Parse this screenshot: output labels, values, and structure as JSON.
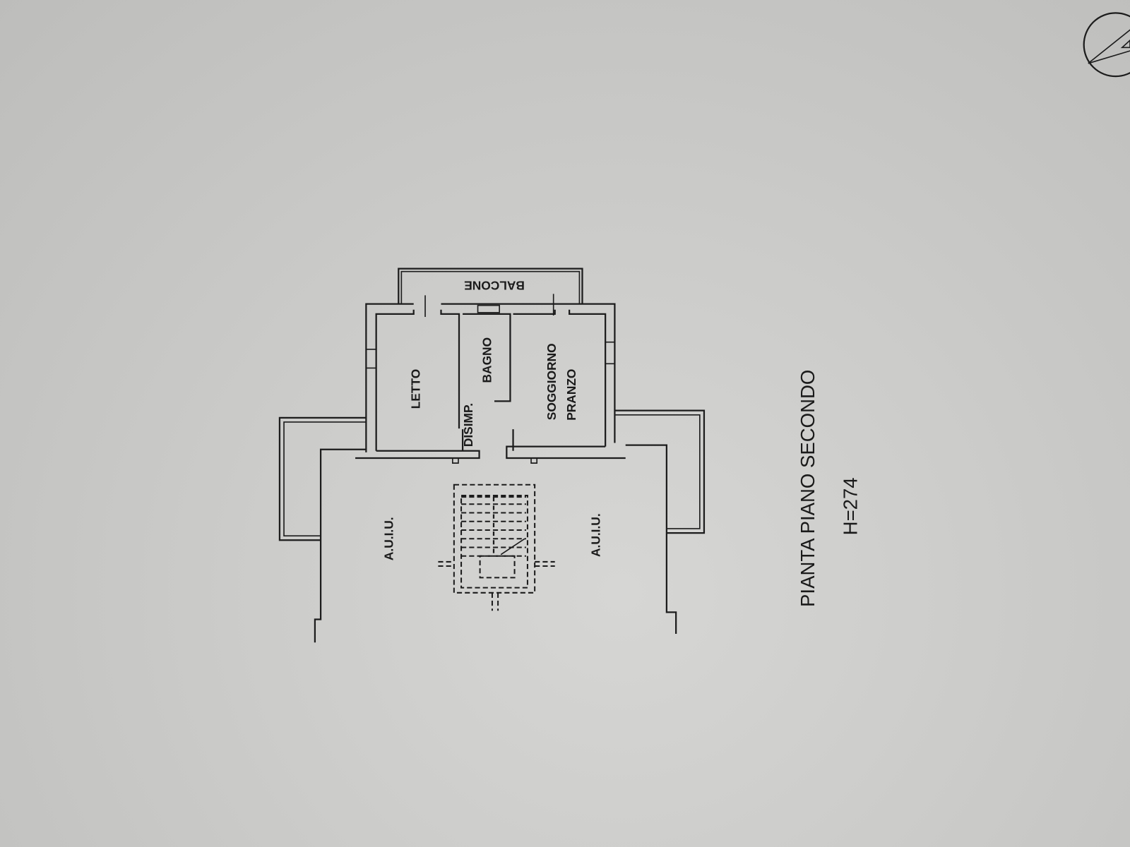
{
  "plan": {
    "title": "PIANTA PIANO SECONDO",
    "height_note": "H=274",
    "rooms": {
      "balcony": "BALCONE",
      "bedroom": "LETTO",
      "bathroom": "BAGNO",
      "hallway": "DISIMP.",
      "living": "SOGGIORNO",
      "dining": "PRANZO",
      "other_unit_left": "A.U.I.U.",
      "other_unit_right": "A.U.I.U."
    },
    "north_arrow": "north-arrow-icon"
  }
}
